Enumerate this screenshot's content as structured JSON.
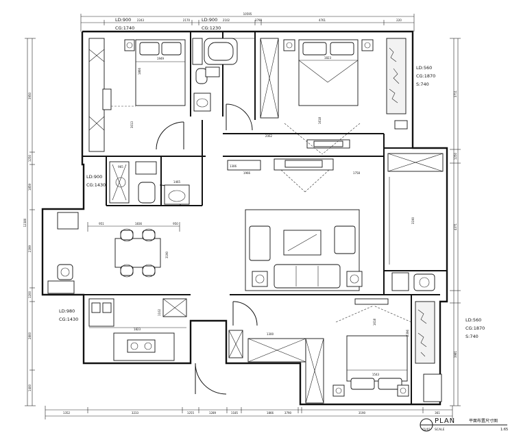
{
  "dims_top": [
    "2243",
    "2170",
    "2102",
    "3790",
    "4761",
    "220"
  ],
  "dims_top_total": "10595",
  "dims_bottom": [
    "1352",
    "3233",
    "1255",
    "1289",
    "1185",
    "1866",
    "3790",
    "3190",
    "361"
  ],
  "dims_left": [
    "3950",
    "1250",
    "1859",
    "2399",
    "1200",
    "2800",
    "1400"
  ],
  "dims_left_total": "12380",
  "dims_right": [
    "3711",
    "1250",
    "4371",
    "3981"
  ],
  "room_dims": {
    "bed1_w": "1949",
    "bed1_h": "3013",
    "bed1_depth": "1866",
    "bed2_w": "1823",
    "bed2_h": "1618",
    "bed2_depth": "2062",
    "bath_w": "965",
    "bath_h": "1465",
    "dining_a": "951",
    "dining_b": "1836",
    "dining_c": "950",
    "kitchen_w": "1823",
    "kitchen_h": "1102",
    "living_w": "1966",
    "living_b": "1758",
    "living_h": "3190",
    "bed3_w": "1543",
    "bed3_h": "1618",
    "bed3_side": "2396",
    "balc_h": "3190",
    "misc_a": "1306",
    "misc_b": "1300"
  },
  "labels": {
    "ld_900_a": "LD:900",
    "cg_1740": "CG:1740",
    "ld_900_b": "LD:900",
    "cg_1230": "CG:1230",
    "ld_560_a": "LD:560",
    "cg_1870_a": "CG:1870",
    "s_740_a": "S:740",
    "ld_900_c": "LD:900",
    "cg_1430_a": "CG:1430",
    "ld_980": "LD:980",
    "cg_1430_b": "CG:1430",
    "ld_560_b": "LD:560",
    "cg_1870_b": "CG:1870",
    "s_740_b": "S:740"
  },
  "title": {
    "plan": "PLAN",
    "name": "平面布置尺寸图",
    "scale": "SCALE",
    "scale_value": "1:65",
    "sheet": "01/01"
  }
}
